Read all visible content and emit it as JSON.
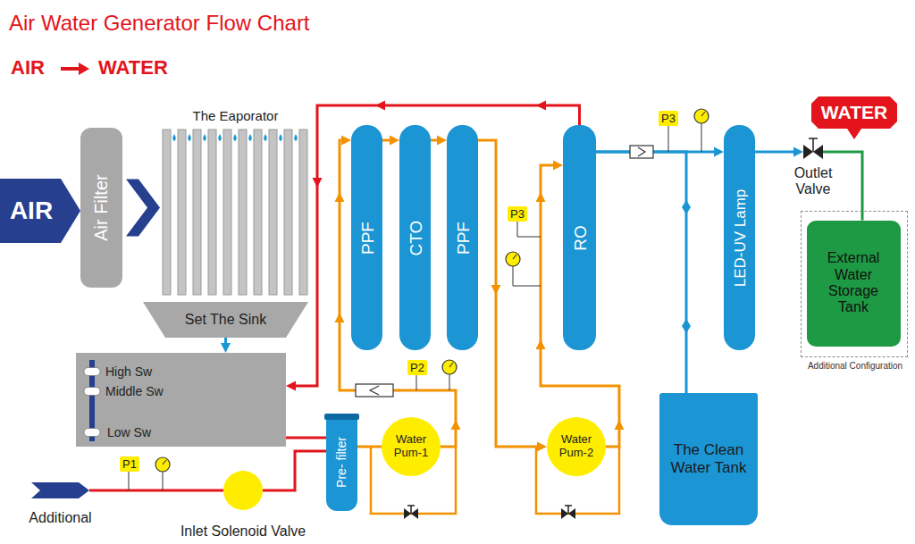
{
  "diagram": {
    "title": "Air Water Generator Flow Chart",
    "nodes": [
      {
        "text": [
          "AIR"
        ]
      },
      {
        "text": [
          "Air Filter"
        ]
      },
      {
        "text": [
          "The Eaporator"
        ]
      },
      {
        "text": [
          "Set The Sink"
        ]
      },
      {
        "text": [
          "High Sw",
          "Middle Sw",
          "Low Sw"
        ]
      },
      {
        "text": [
          "Additional"
        ]
      },
      {
        "text": [
          "Inlet Solenoid Valve"
        ]
      },
      {
        "text": [
          "Pre- filter"
        ]
      },
      {
        "text": [
          "Water Pum-1"
        ]
      },
      {
        "text": [
          "PPF"
        ]
      },
      {
        "text": [
          "CTO"
        ]
      },
      {
        "text": [
          "PPF"
        ]
      },
      {
        "text": [
          "Water Pum-2"
        ]
      },
      {
        "text": [
          "RO"
        ]
      },
      {
        "text": [
          "LED-UV Lamp"
        ]
      },
      {
        "text": [
          "The Clean Water Tank"
        ]
      },
      {
        "text": [
          "Outlet Valve"
        ]
      },
      {
        "text": [
          "WATER"
        ]
      },
      {
        "text": [
          "Additional Configuration"
        ]
      },
      {
        "text": [
          "External Water Storage Tank"
        ],
        "in": 18
      }
    ],
    "edges": [
      {
        "from": 1,
        "to": 2,
        "arrow": "to"
      },
      {
        "from": 3,
        "to": 4,
        "arrow": "to"
      },
      {
        "from": 5,
        "to": 6,
        "arrow": "none"
      },
      {
        "from": 4,
        "to": 7,
        "arrow": "none"
      },
      {
        "from": 6,
        "to": 7,
        "arrow": "none"
      },
      {
        "from": 13,
        "to": 4,
        "arrow": "to"
      },
      {
        "from": 7,
        "to": 8,
        "arrow": "none"
      },
      {
        "from": 8,
        "to": 9,
        "arrow": "to"
      },
      {
        "from": 9,
        "to": 10,
        "arrow": "to"
      },
      {
        "from": 10,
        "to": 11,
        "arrow": "to"
      },
      {
        "from": 11,
        "to": 12,
        "arrow": "to"
      },
      {
        "from": 12,
        "to": 13,
        "arrow": "to"
      },
      {
        "from": 13,
        "to": 14,
        "arrow": "to"
      },
      {
        "from": 13,
        "to": 15,
        "arrow": "none"
      },
      {
        "from": 14,
        "to": 16,
        "arrow": "to"
      },
      {
        "from": 19,
        "to": 16,
        "arrow": "none"
      }
    ],
    "labels": [
      "AIR",
      "WATER",
      "P1",
      "P2",
      "P3",
      "P3"
    ]
  }
}
